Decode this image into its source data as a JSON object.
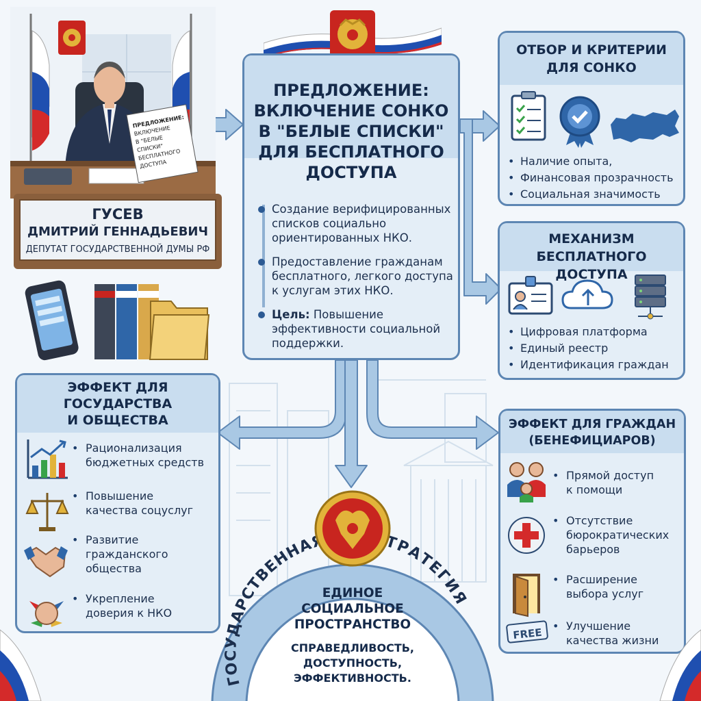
{
  "person": {
    "name_line1": "ГУСЕВ",
    "name_line2": "ДМИТРИЙ ГЕННАДЬЕВИЧ",
    "role": "ДЕПУТАТ ГОСУДАРСТВЕННОЙ ДУМЫ РФ",
    "document_text": "ПРЕДЛОЖЕНИЕ: ВКЛЮЧЕНИЕ В \"БЕЛЫЕ СПИСКИ\" БЕСПЛАТНОГО ДОСТУПА"
  },
  "proposal": {
    "title": [
      "ПРЕДЛОЖЕНИЕ:",
      "ВКЛЮЧЕНИЕ СОНКО",
      "В \"БЕЛЫЕ СПИСКИ\"",
      "ДЛЯ БЕСПЛАТНОГО",
      "ДОСТУПА"
    ],
    "points": [
      {
        "bold": "",
        "text": "Создание верифицированных списков социально ориентированных НКО."
      },
      {
        "bold": "",
        "text": "Предоставление гражданам бесплатного, легкого доступа к услугам этих НКО."
      },
      {
        "bold": "Цель:",
        "text": " Повышение эффективности социальной поддержки."
      }
    ]
  },
  "selection": {
    "title": [
      "ОТБОР И КРИТЕРИИ",
      "ДЛЯ СОНКО"
    ],
    "items": [
      "Наличие опыта,",
      "Финансовая прозрачность",
      "Социальная значимость"
    ],
    "icons": [
      "checklist-icon",
      "quality-badge-icon",
      "russia-map-icon"
    ]
  },
  "mechanism": {
    "title": [
      "МЕХАНИЗМ",
      "БЕСПЛАТНОГО ДОСТУПА"
    ],
    "items": [
      "Цифровая платформа",
      "Единый реестр",
      "Идентификация граждан"
    ],
    "icons": [
      "id-card-icon",
      "cloud-upload-icon",
      "server-icon"
    ]
  },
  "state_effect": {
    "title": [
      "ЭФФЕКТ ДЛЯ",
      "ГОСУДАРСТВА",
      "И ОБЩЕСТВА"
    ],
    "items": [
      [
        "Рационализация",
        "бюджетных средств"
      ],
      [
        "Повышение",
        "качества соцуслуг"
      ],
      [
        "Развитие",
        "гражданского",
        "общества"
      ],
      [
        "Укрепление",
        "доверия к НКО"
      ]
    ],
    "icons": [
      "growth-chart-icon",
      "scales-icon",
      "handshake-icon",
      "joined-hands-icon"
    ]
  },
  "citizen_effect": {
    "title": [
      "ЭФФЕКТ ДЛЯ ГРАЖДАН",
      "(БЕНЕФИЦИАРОВ)"
    ],
    "items": [
      [
        "Прямой доступ",
        "к помощи"
      ],
      [
        "Отсутствие",
        "бюрократических",
        "барьеров"
      ],
      [
        "Расширение",
        "выбора услуг"
      ],
      [
        "Улучшение",
        "качества жизни"
      ]
    ],
    "icons": [
      "family-icon",
      "medical-cross-icon",
      "open-door-icon",
      "free-tag-icon"
    ],
    "free_label": "FREE"
  },
  "center": {
    "arc_left": "ГОСУДАРСТВЕННАЯ",
    "arc_right": "СТРАТЕГИЯ",
    "title": [
      "ЕДИНОЕ",
      "СОЦИАЛЬНОЕ",
      "ПРОСТРАНСТВО"
    ],
    "values": [
      "СПРАВЕДЛИВОСТЬ,",
      "ДОСТУПНОСТЬ,",
      "ЭФФЕКТИВНОСТЬ."
    ]
  },
  "colors": {
    "box_fill": "#e4eef7",
    "box_border": "#5d86b3",
    "head_fill": "#c9ddef",
    "arrow": "#a9c8e4",
    "flag_white": "#ffffff",
    "flag_blue": "#1f4fb0",
    "flag_red": "#d42a2a",
    "emblem_red": "#c8251f",
    "emblem_gold": "#e2b33a"
  }
}
